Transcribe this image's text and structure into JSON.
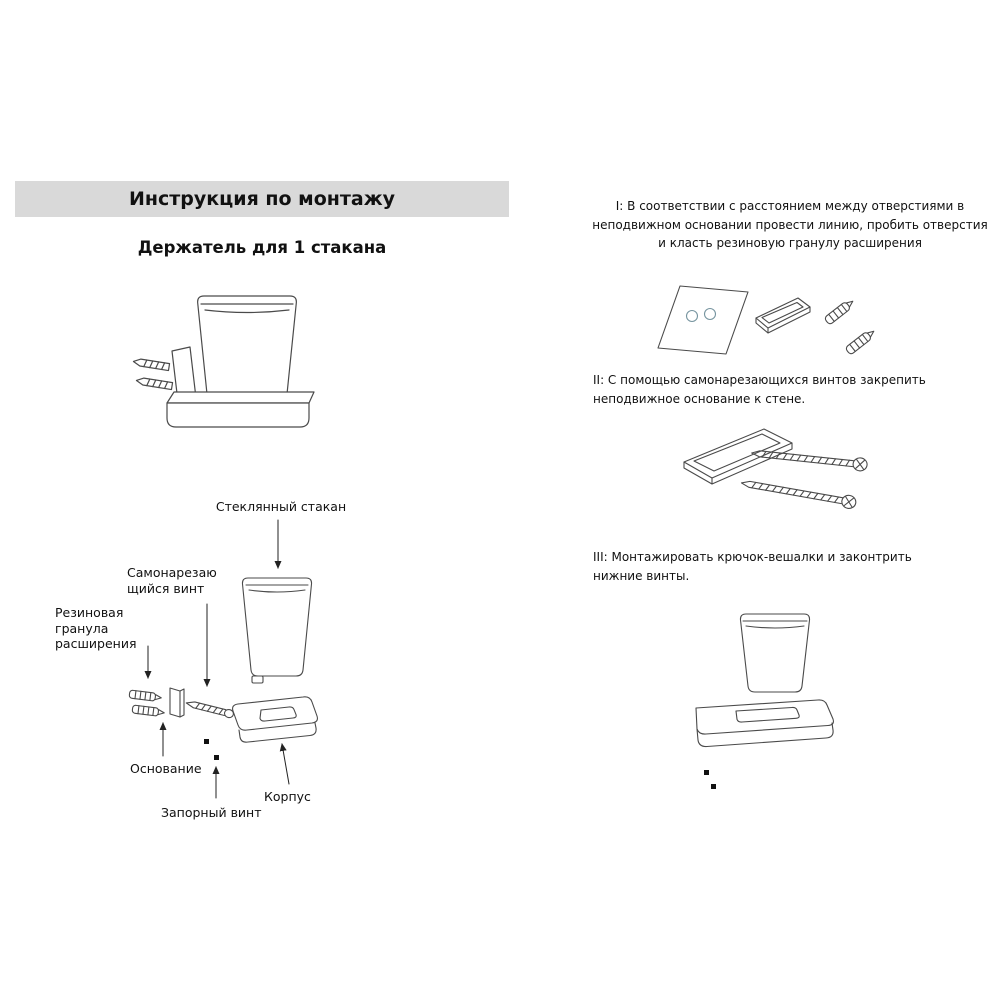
{
  "page": {
    "title": "Инструкция по монтажу",
    "subtitle": "Держатель для 1 стакана"
  },
  "diagram": {
    "labels": {
      "glass": "Стеклянный стакан",
      "screw": "Самонарезающийся винт",
      "dowel": "Резиновая гранула расширения",
      "base": "Основание",
      "lock_screw": "Запорный винт",
      "body": "Корпус"
    }
  },
  "steps": {
    "step1": "I: В соответствии с расстоянием между отверстиями в неподвижном основании провести линию, пробить отверстия и класть резиновую гранулу расширения",
    "step2": "II: С помощью самонарезающихся винтов закрепить неподвижное основание к стене.",
    "step3": "III: Монтажировать крючок-вешалки и законтрить нижние винты."
  },
  "colors": {
    "header_bg": "#d9d9d9",
    "line": "#4a4a4a",
    "hole_circle": "#7795a0",
    "lock_screw_fill": "#111111"
  }
}
